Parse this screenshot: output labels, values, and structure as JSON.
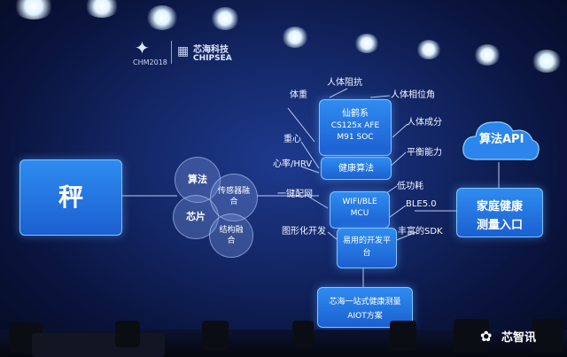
{
  "logos": {
    "chm": "CHM",
    "chm_year": "2018",
    "chipsea_cn": "芯海科技",
    "chipsea_en": "CHIPSEA"
  },
  "left": {
    "main_box": "秤"
  },
  "circles": {
    "algorithm": "算法",
    "chip": "芯片",
    "sensor_fusion": "传感器融合",
    "structure_fusion": "结构融合"
  },
  "center": {
    "chip_box": [
      "仙鹤系",
      "CS125x AFE",
      "M91 SOC"
    ],
    "health_algo": "健康算法",
    "wifi_box": [
      "WIFI/BLE",
      "MCU"
    ],
    "dev_platform": "易用的开发平台",
    "bottom_box": [
      "芯海一站式健康测量",
      "AIOT方案"
    ]
  },
  "labels": {
    "body_impedance": "人体阻抗",
    "weight": "体重",
    "phase_angle": "人体相位角",
    "body_composition": "人体成分",
    "center_of_gravity": "重心",
    "heart_rate": "心率/HRV",
    "balance": "平衡能力",
    "one_key_network": "一键配网",
    "low_power": "低功耗",
    "ble": "BLE5.0",
    "graphic_dev": "图形化开发",
    "rich_sdk": "丰富的SDK"
  },
  "right": {
    "api_box": "算法API",
    "home_health": [
      "家庭健康",
      "测量入口"
    ]
  },
  "watermark": {
    "text": "芯智讯"
  }
}
